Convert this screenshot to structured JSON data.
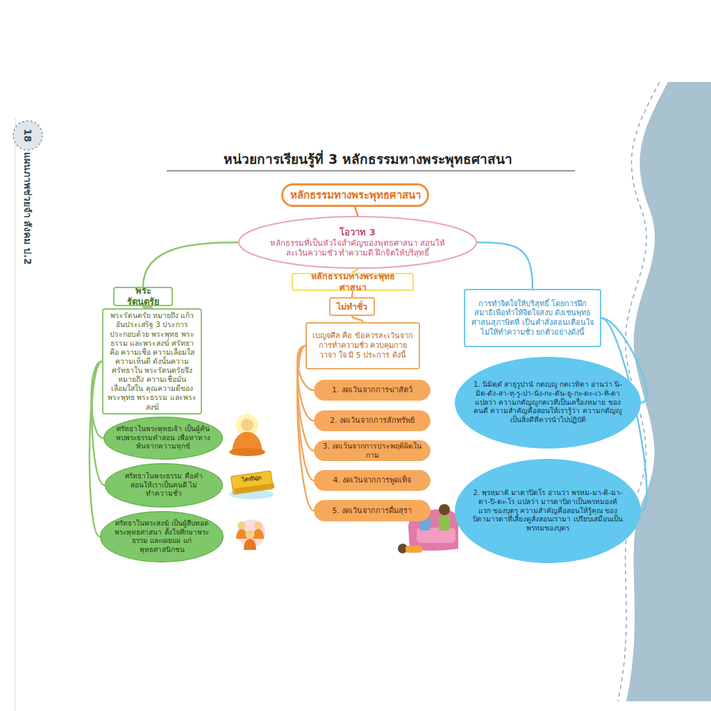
{
  "diagram": {
    "title": "หน่วยการเรียนรู้ที่ 3 หลักธรรมทางพระพุทธศาสนา",
    "nodes": [
      {
        "text": [
          "หลักธรรมทางพระพุทธศาสนา"
        ]
      },
      {
        "text": [
          "โอวาท 3",
          "หลักธรรมที่เป็นหัวใจสำคัญของพุทธศาสนา สอนให้ละเว้นความชั่ว ทำความดี ฝึกจิตให้บริสุทธิ์"
        ]
      },
      {
        "text": [
          "พระรัตนตรัย"
        ]
      },
      {
        "text": [
          "พระรัตนตรัย หมายถึง แก้วอันประเสริฐ 3 ประการ ประกอบด้วย พระพุทธ พระธรรม และพระสงฆ์ ศรัทธา คือ ความเชื่อ ความเลื่อมใส ความเห็นดี ดังนั้นความศรัทธาใน พระรัตนตรัยจึงหมายถึง ความเชื่อมั่นเลื่อมใสใน คุณความดีของพระพุทธ พระธรรม และพระสงฆ์"
        ]
      },
      {
        "text": [
          "ศรัทธาในพระพุทธเจ้า เป็นผู้ค้นพบพระธรรมคำสอน เพื่อหาทางพ้นจากความทุกข์"
        ]
      },
      {
        "text": [
          "ศรัทธาในพระธรรม คือคำสอนให้เราเป็นคนดี ไม่ทำความชั่ว"
        ]
      },
      {
        "text": [
          "ศรัทธาในพระสงฆ์ เป็นผู้สืบทอดพระพุทธศาสนา ตั้งใจศึกษาพระธรรม และเผยแผ่ แก่พุทธศาสนิกชน"
        ]
      },
      {
        "text": [
          "หลักธรรมทางพระพุทธศาสนา"
        ]
      },
      {
        "text": [
          "ไม่ทำชั่ว"
        ]
      },
      {
        "text": [
          "เบญจศีล คือ ข้อควรละเว้นจาก การทำความชั่ว ควบคุมกาย วาจา ใจ มี 5 ประการ ดังนี้"
        ]
      },
      {
        "text": [
          "1. งดเว้นจากการฆ่าสัตว์"
        ]
      },
      {
        "text": [
          "2. งดเว้นจากการลักทรัพย์"
        ]
      },
      {
        "text": [
          "3. งดเว้นจากการประพฤติผิดในกาม"
        ]
      },
      {
        "text": [
          "4. งดเว้นจากการพูดเท็จ"
        ]
      },
      {
        "text": [
          "5. งดเว้นจากการดื่มสุรา"
        ]
      },
      {
        "text": [
          "การทำจิตใจให้บริสุทธิ์ โดยการฝึกสมาธิเพื่อทำให้จิตใจสงบ ดังเช่นพุทธศาสนสุภาษิตที่ เป็นคำสั่งสอนเตือนใจไม่ให้ทำความชั่ว ยกตัวอย่างดังนี้"
        ]
      },
      {
        "text": [
          "1. นิมิตฺตํ สาธุรูปานํ กตญฺญู กตเวทิตา อ่านว่า นิ-มิต-ตัง-สา-ทุ-รู-ปา-นัง-กะ-ตัน-ยู-กะ-ตะ-เว-ทิ-ตา แปลว่า ความกตัญญูกตเวทีเป็นเครื่องหมาย ของคนดี ความสำคัญคือสอนให้เรารู้ว่า ความกตัญญูเป็นสิ่งดีที่ควรนำไปปฏิบัติ"
        ]
      },
      {
        "text": [
          "2. พฺรหฺมาติ มาตาปิตโร อ่านว่า พรหม-มา-ติ-มา-ตา-ปิ-ตะ-โร แปลว่า มารดาบิดาเป็นพรหมองค์แรก ของบุตร ความสำคัญคือสอนให้รู้คุณ ของบิดามารดาที่เลี้ยงดูสั่งสอนเรามา เปรียบเสมือนเป็นพรหมของบุตร"
        ]
      }
    ],
    "edges": [
      {
        "from": 0,
        "to": 1,
        "arrow": "none"
      },
      {
        "from": 1,
        "to": 2,
        "arrow": "none"
      },
      {
        "from": 1,
        "to": 7,
        "arrow": "none"
      },
      {
        "from": 1,
        "to": 15,
        "arrow": "none"
      },
      {
        "from": 2,
        "to": 3,
        "arrow": "none"
      },
      {
        "from": 3,
        "to": 4,
        "arrow": "none"
      },
      {
        "from": 3,
        "to": 5,
        "arrow": "none"
      },
      {
        "from": 3,
        "to": 6,
        "arrow": "none"
      },
      {
        "from": 7,
        "to": 8,
        "arrow": "none"
      },
      {
        "from": 8,
        "to": 9,
        "arrow": "none"
      },
      {
        "from": 9,
        "to": 10,
        "arrow": "none"
      },
      {
        "from": 9,
        "to": 11,
        "arrow": "none"
      },
      {
        "from": 9,
        "to": 12,
        "arrow": "none"
      },
      {
        "from": 9,
        "to": 13,
        "arrow": "none"
      },
      {
        "from": 9,
        "to": 14,
        "arrow": "none"
      },
      {
        "from": 15,
        "to": 16,
        "arrow": "none"
      },
      {
        "from": 15,
        "to": 17,
        "arrow": "none"
      }
    ],
    "labels": [
      "18",
      "แผนภาพช่วยจำ สังคม ป.2",
      "ไตรปิฎก"
    ]
  }
}
